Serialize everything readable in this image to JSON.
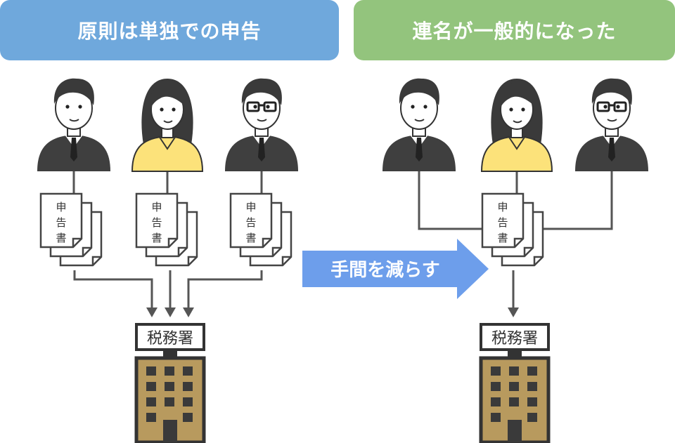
{
  "left_panel": {
    "title": "原則は単独での申告"
  },
  "right_panel": {
    "title": "連名が一般的になった"
  },
  "document_label": [
    "申",
    "告",
    "書"
  ],
  "office_label": "税務署",
  "transition_label": "手間を減らす",
  "colors": {
    "left_banner": "#6fa8dc",
    "right_banner": "#93c47d",
    "arrow": "#6d9eeb",
    "suit": "#3f3f3f",
    "hair": "#3a3a3a",
    "woman_shirt": "#fce27a",
    "skin": "#ffffff",
    "building": "#b89a5e",
    "window": "#3a3a3a",
    "line": "#555555"
  },
  "icons": [
    "man-icon",
    "woman-icon",
    "man-glasses-icon",
    "document-stack-icon",
    "tax-office-building-icon",
    "right-arrow-icon"
  ]
}
